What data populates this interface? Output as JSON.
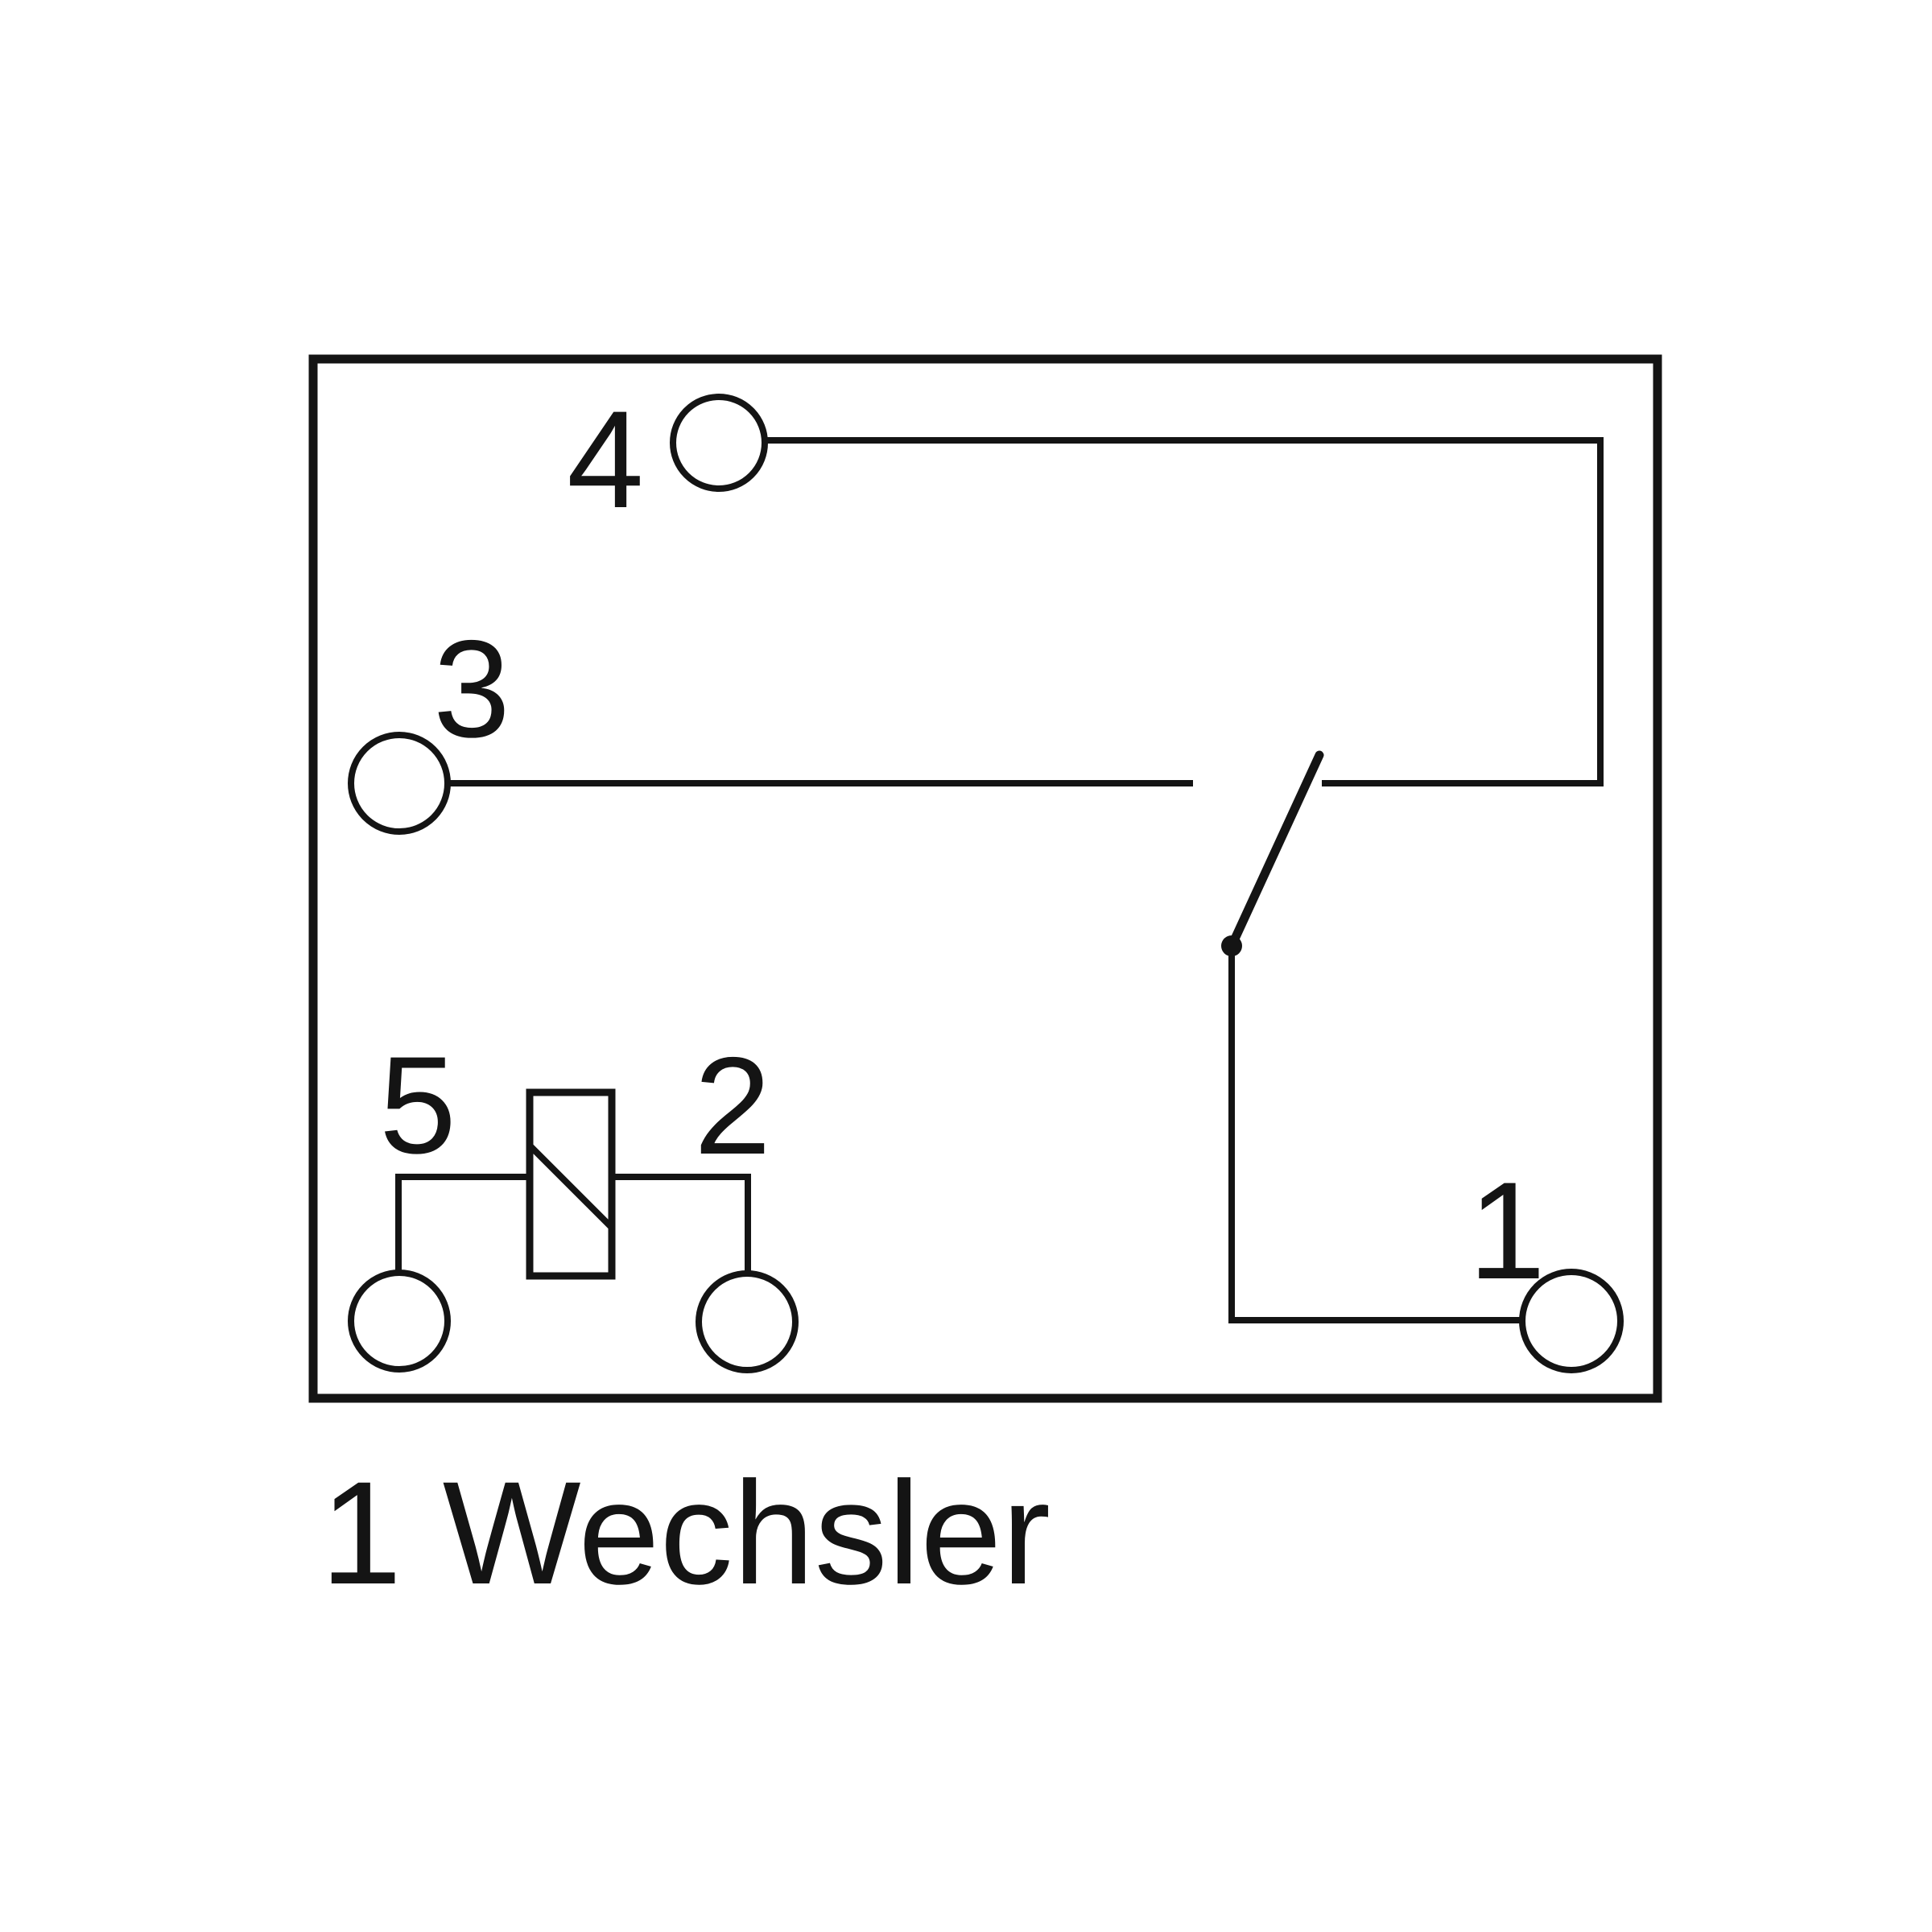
{
  "diagram": {
    "type": "relay-contact-schematic",
    "caption": "1 Wechsler",
    "colors": {
      "background": "#ffffff",
      "line": "#141414"
    },
    "labels": {
      "t1": "1",
      "t2": "2",
      "t3": "3",
      "t4": "4",
      "t5": "5"
    },
    "terminals": [
      {
        "id": "1",
        "role": "common-contact"
      },
      {
        "id": "2",
        "role": "coil-terminal"
      },
      {
        "id": "3",
        "role": "contact"
      },
      {
        "id": "4",
        "role": "contact"
      },
      {
        "id": "5",
        "role": "coil-terminal"
      }
    ],
    "symbols": [
      {
        "name": "relay-coil",
        "between": [
          "5",
          "2"
        ]
      },
      {
        "name": "changeover-switch",
        "common": "1",
        "throws": [
          "3",
          "4"
        ]
      }
    ]
  }
}
